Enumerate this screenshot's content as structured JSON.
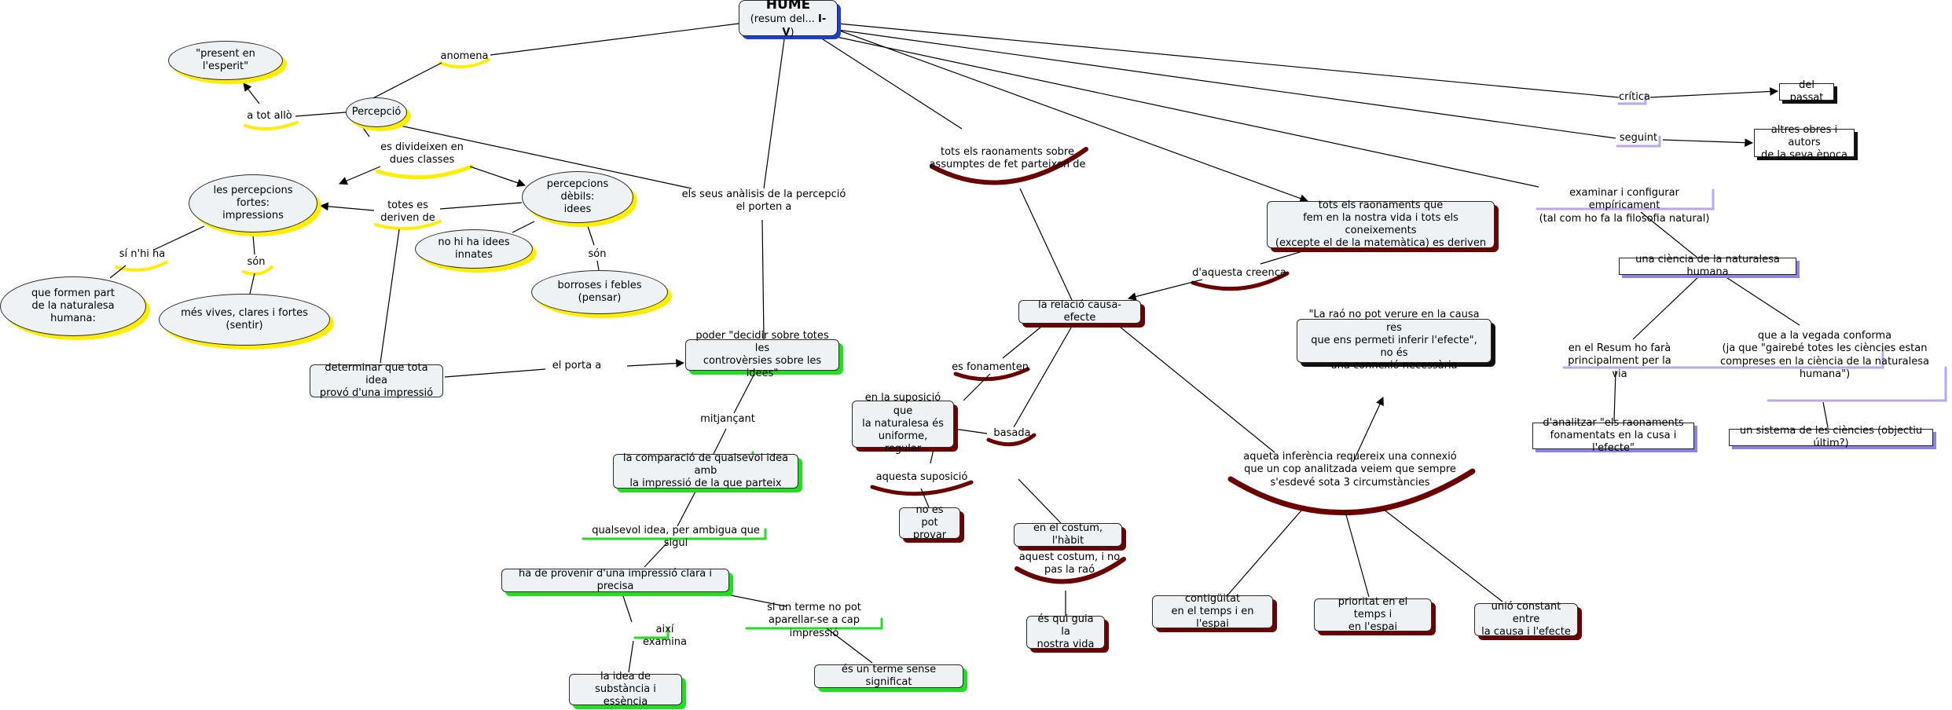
{
  "title": {
    "main": "HUME",
    "sub_prefix": "(resum del... ",
    "sub_bold": "I-V",
    "sub_suffix": ")"
  },
  "nodes": {
    "present": "\"present en l'esperit\"",
    "percepcio": "Percepció",
    "fortes": "les percepcions fortes:\nimpressions",
    "debils": "percepcions dèbils:\nidees",
    "formen": "que formen part\nde la naturalesa humana:",
    "vives": "més vives, clares i fortes (sentir)",
    "innates": "no hi ha idees innates",
    "borroses": "borroses i febles (pensar)",
    "determinar": "determinar que tota idea\nprovó d'una impressió",
    "poder": "poder \"decidir sobre totes les\ncontrovèrsies sobre les idees\"",
    "comparacio": "la comparació de qualsevol idea amb\nla impressió de la que parteix",
    "provenir": "ha de provenir d'una impressió clara i precisa",
    "substancia": "la idea de\nsubstància i essència",
    "sense_significat": "és un terme sense  significat",
    "causa_efecte": "la relació causa-efecte",
    "suposicio_node": "en la suposició que\nla naturalesa és\nuniforme, regular",
    "no_pot_provar": "no es\npot provar",
    "costum": "en el costum, l'hàbit",
    "guia": "és qui guia la\nnostra vida",
    "tots_raonaments": "tots els raonaments que\nfem en la nostra vida i tots els coneixements\n(excepte el de la matemàtica) es deriven",
    "rao_no_pot": "\"La raó no pot verure en la causa res\nque ens permeti inferir l'efecte\", no és\nuna connexió necessària",
    "contiguitat": "contigüitat\nen el temps i en l'espai",
    "prioritat": "prioritat en el temps i\nen l'espai",
    "unio": "unió constant entre\nla causa i l'efecte",
    "passat": "del passat",
    "altres_obres": "altres obres i autors\nde la seva època",
    "ciencia": "una ciència de la naturalesa humana",
    "analitzar": "d'analitzar \"els raonaments\nfonamentats en la cusa i l'efecte\"",
    "sistema": "un sistema de les ciències (objectiu últim?)"
  },
  "links": {
    "anomena": "anomena",
    "a_tot_allo": "a tot allò",
    "es_divideixen": "es divideixen en\ndues classes",
    "totes_es_deriven": "totes es\nderiven de",
    "si_nhi_ha": "sí n'hi ha",
    "son1": "són",
    "son2": "són",
    "analisis": "els seus anàlisis de la percepció\nel porten a",
    "el_porta_a": "el porta a",
    "mitjancant": "mitjançant",
    "qualsevol": "qualsevol idea, per ambigua que sigui",
    "aixi_examina": "així examina",
    "si_un_terme": "si un terme no pot\naparellar-se a cap impressió",
    "tots_assumptes": "tots els raonaments sobre\nassumptes de fet parteixen de",
    "daquesta_creenca": "d'aquesta creença",
    "es_fonamenten": "es fonamenten",
    "basada": "basada",
    "aquesta_suposicio": "aquesta suposició",
    "aquest_costum": "aquest costum, i no\npas la raó",
    "inferencia": "aqueta inferència requereix una connexió\nque un cop analitzada veiem que sempre\ns'esdevé sota 3 circumstàncies",
    "critica": "crítica",
    "seguint": "seguint",
    "examinar": "examinar i configurar empíricament\n(tal com ho fa la filosofia natural)",
    "resum_fara": "en el Resum ho farà\nprincipalment per la via",
    "vegada": "que a la vegada conforma\n(ja que \"gairebé totes les ciències estan\ncompreses en la ciència de la naturalesa humana\")"
  },
  "colors": {
    "node_fill": "#eef2f5",
    "yellow": "#ffee00",
    "green": "#22dd22",
    "dark_red": "#6b0000",
    "purple": "#8c84e0",
    "blue": "#1c3fcf"
  }
}
